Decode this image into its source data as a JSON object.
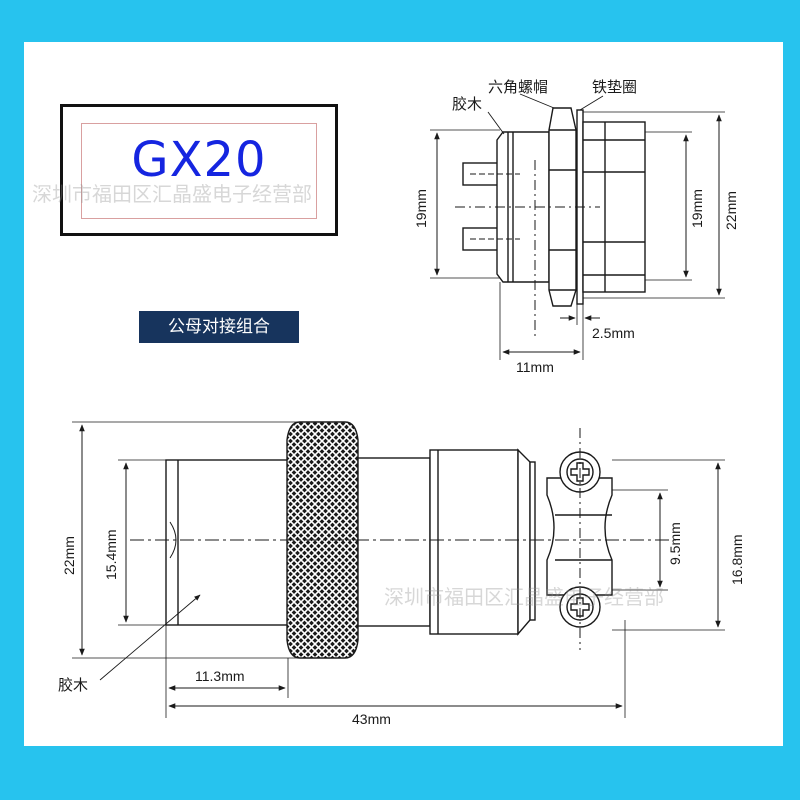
{
  "product": {
    "model": "GX20",
    "caption": "公母对接组合"
  },
  "watermark": "深圳市福田区汇晶盛电子经营部",
  "top_view": {
    "labels": {
      "hex_nut": "六角螺帽",
      "rubber": "胶木",
      "washer": "铁垫圈"
    },
    "dimensions": {
      "left_height": "19mm",
      "inner_height": "19mm",
      "outer_height": "22mm",
      "thickness": "2.5mm",
      "length": "11mm"
    }
  },
  "bottom_view": {
    "labels": {
      "rubber": "胶木"
    },
    "dimensions": {
      "left_height": "22mm",
      "inner_height": "15.4mm",
      "hole_pitch": "9.5mm",
      "right_height": "16.8mm",
      "front_length": "11.3mm",
      "total_length": "43mm"
    }
  },
  "colors": {
    "background": "#27c3ee",
    "model_text": "#1525e0",
    "badge": "#17345d",
    "line": "#1a1a1a"
  }
}
